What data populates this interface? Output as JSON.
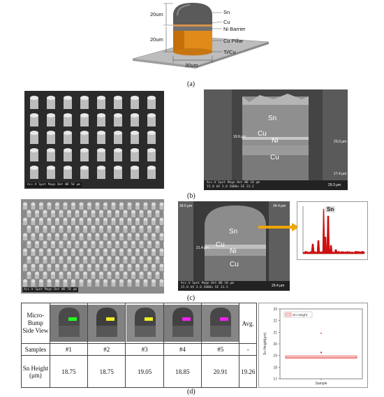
{
  "panel_a": {
    "label": "(a)",
    "dim_top": "20um",
    "dim_mid": "20um",
    "dim_width": "30um",
    "layers": [
      "Sn",
      "Cu",
      "Ni Barrier",
      "Cu Pillar",
      "Ti/Cu"
    ]
  },
  "panel_b": {
    "label": "(b)",
    "left_scale": "Acc.V  Spot Magn   Det  WD        50 μm",
    "right_labels": [
      "Sn",
      "Cu",
      "Ni",
      "Cu"
    ],
    "right_meas": [
      "19.6 μm",
      "23.0 μm",
      "17.4 μm",
      "29.3 μm"
    ],
    "right_scale_1": "Acc.V  Spot Magn    Det  WD           10 μm",
    "right_scale_2": "15.0 kV 3.0  2000x    SE  23.2"
  },
  "panel_c": {
    "label": "(c)",
    "left_scale": "Acc.V  Spot Magn   Det  WD        50 μm",
    "right_labels": [
      "Sn",
      "Cu",
      "Ni",
      "Cu"
    ],
    "right_meas": [
      "39.0 μm",
      "34.4 μm",
      "21.4 μm",
      "29.4 μm"
    ],
    "right_scale_1": "Acc.V  Spot Magn    Det  WD           10 μm",
    "right_scale_2": "15.0 kV 3.0  2000x    SE  11.5",
    "eds_label": "Sn"
  },
  "panel_d": {
    "label": "(d)",
    "row_header_view": "Micro-Bump Side View",
    "row_header_samples": "Samples",
    "row_header_height": "Sn Height (μm)",
    "avg_header": "Avg.",
    "samples": [
      "#1",
      "#2",
      "#3",
      "#4",
      "#5"
    ],
    "avg_samples": "-",
    "heights": [
      "18.75",
      "18.75",
      "19.05",
      "18.85",
      "20.91"
    ],
    "avg_height": "19.26"
  },
  "chart_data": {
    "type": "box",
    "legend": "Sn Height",
    "ylabel": "Sn Height(μm)",
    "xlabel": "Sample",
    "ylim": [
      17,
      23
    ],
    "yticks": [
      17,
      18,
      19,
      20,
      21,
      22,
      23
    ],
    "values": [
      18.75,
      18.75,
      19.05,
      18.85,
      20.91
    ],
    "box_q1": 18.75,
    "box_q3": 18.98,
    "median": 18.85,
    "mean": 19.26,
    "outlier": 20.91,
    "color": "#e03030"
  }
}
